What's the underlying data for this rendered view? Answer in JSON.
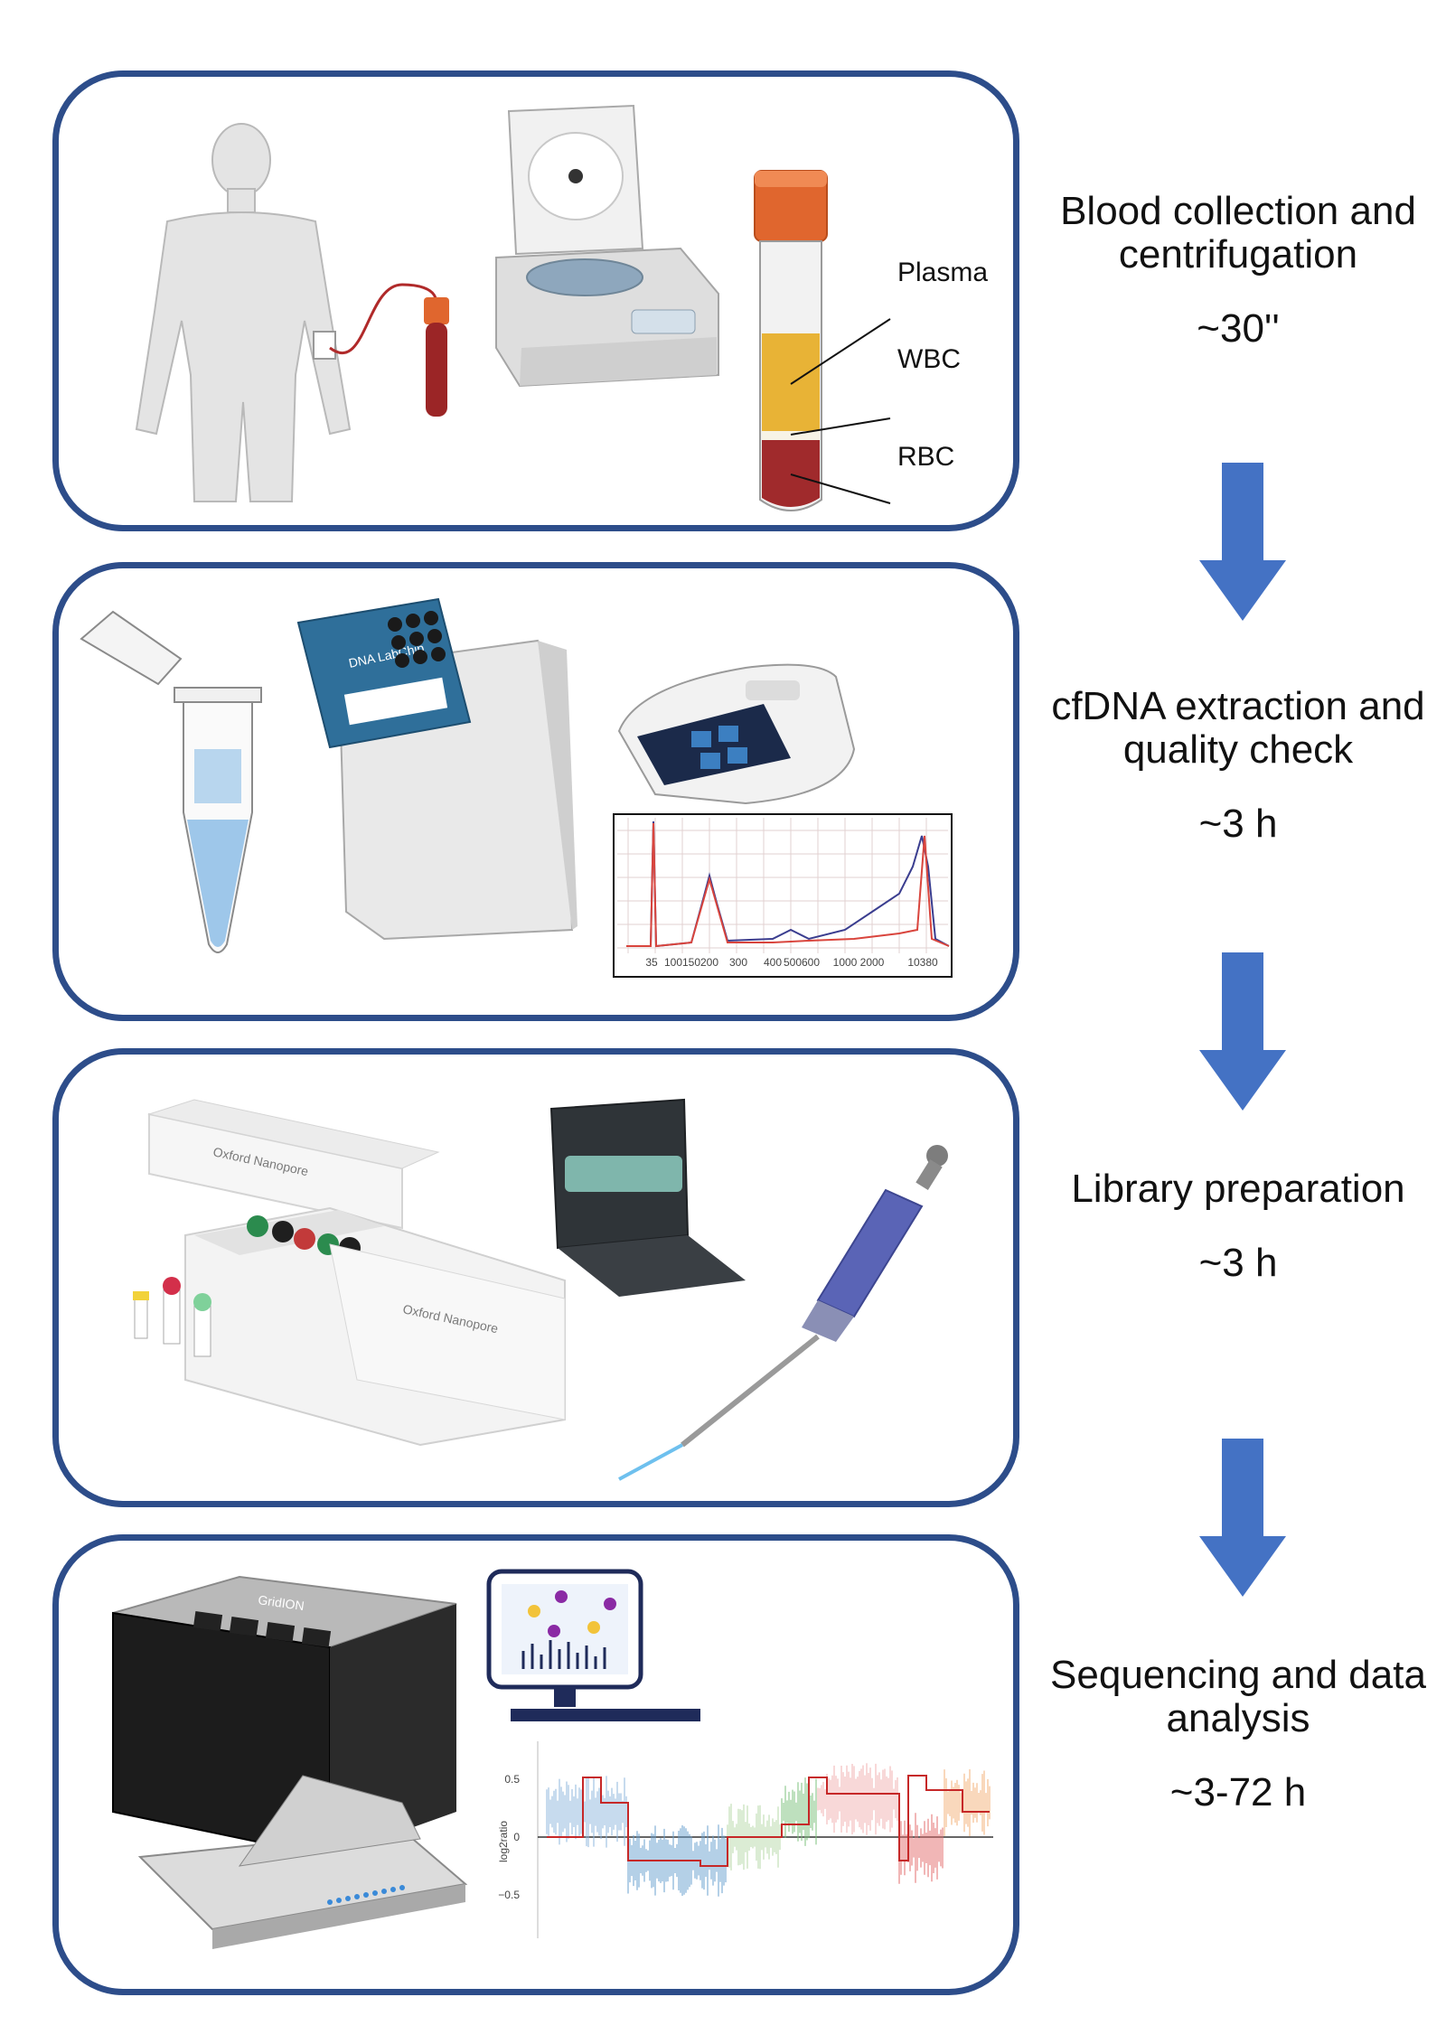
{
  "steps": [
    {
      "title": "Blood collection and centrifugation",
      "duration": "~30''"
    },
    {
      "title": "cfDNA extraction and quality check",
      "duration": "~3 h"
    },
    {
      "title": "Library preparation",
      "duration": "~3 h"
    },
    {
      "title": "Sequencing and data analysis",
      "duration": "~3-72 h"
    }
  ],
  "tube_labels": {
    "plasma": "Plasma",
    "wbc": "WBC",
    "rbc": "RBC"
  },
  "electropherogram_ticks": [
    "35",
    "100",
    "150",
    "200",
    "300",
    "400",
    "500",
    "600",
    "1000",
    "2000",
    "10380"
  ],
  "cnv_plot": {
    "ylabel": "log2ratio",
    "yticks": [
      "0.5",
      "0",
      "−0.5"
    ]
  },
  "device_labels": {
    "kit_box": "Oxford Nanopore",
    "chip": "DNA LabChip",
    "sequencer": "GridION"
  },
  "colors": {
    "panel_border": "#2d4d8a",
    "arrow": "#4472c4"
  }
}
